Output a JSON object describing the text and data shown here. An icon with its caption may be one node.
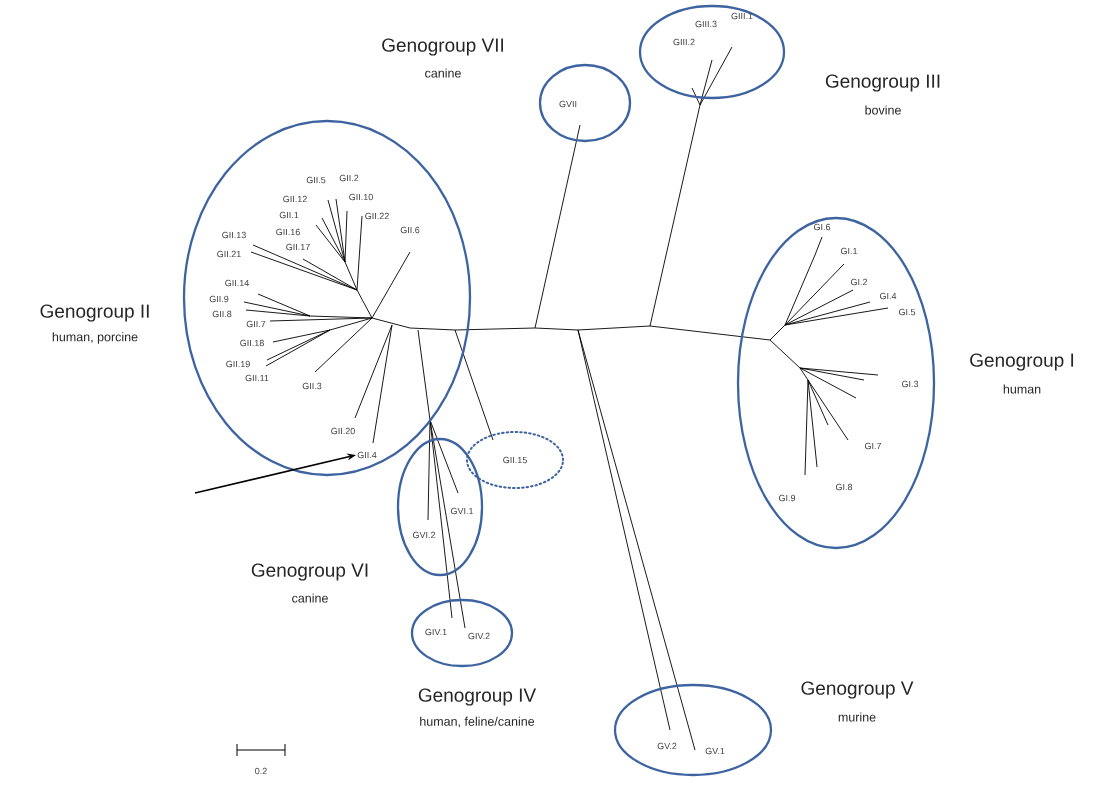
{
  "diagram": {
    "nodes": [
      {
        "text": [],
        "shape": "ellipse",
        "beside": [
          "Genogroup II",
          "human, porcine"
        ]
      },
      {
        "text": [],
        "shape": "ellipse",
        "beside": [
          "Genogroup VII",
          "canine"
        ]
      },
      {
        "text": [],
        "shape": "ellipse",
        "beside": [
          "Genogroup III",
          "bovine"
        ]
      },
      {
        "text": [],
        "shape": "ellipse",
        "beside": [
          "Genogroup I",
          "human"
        ]
      },
      {
        "text": [
          "GII.15"
        ]
      },
      {
        "text": [],
        "shape": "ellipse",
        "beside": [
          "Genogroup VI",
          "canine"
        ]
      },
      {
        "text": [],
        "shape": "ellipse",
        "beside": [
          "Genogroup IV",
          "human, feline/canine"
        ]
      },
      {
        "text": [],
        "shape": "ellipse",
        "beside": [
          "Genogroup V",
          "murine"
        ]
      },
      {
        "text": [
          "GII.4"
        ],
        "in": 0
      }
    ],
    "edges": [
      {
        "from": null,
        "to": 8,
        "arrow": "to"
      }
    ],
    "labels": [
      "GIII.1",
      "GIII.3",
      "GIII.2",
      "GVII",
      "GII.5",
      "GII.2",
      "GII.12",
      "GII.10",
      "GII.1",
      "GII.22",
      "GII.13",
      "GII.16",
      "GII.6",
      "GI.6",
      "GII.21",
      "GII.17",
      "GI.1",
      "GII.14",
      "GI.2",
      "GII.9",
      "GI.4",
      "GII.8",
      "GI.5",
      "GII.7",
      "GII.18",
      "GII.19",
      "GII.11",
      "GII.3",
      "GI.3",
      "GII.20",
      "GI.7",
      "GI.8",
      "GI.9",
      "GVI.1",
      "GVI.2",
      "GIV.1",
      "GIV.2",
      "GV.2",
      "GV.1",
      "0.2"
    ]
  }
}
